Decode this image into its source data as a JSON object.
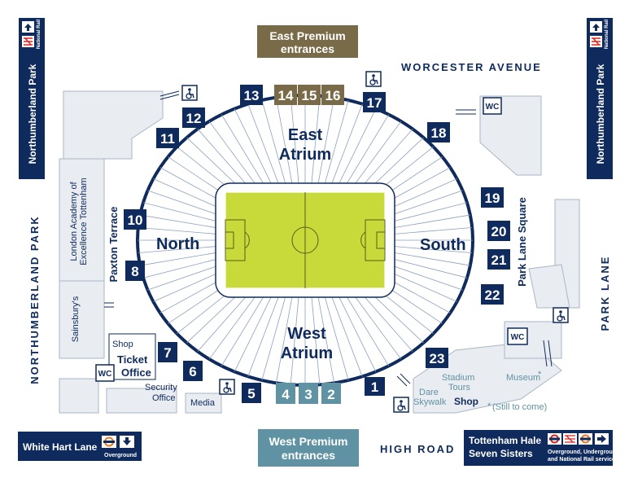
{
  "map": {
    "stands": {
      "north": "North",
      "south": "South",
      "east_line1": "East",
      "east_line2": "Atrium",
      "west_line1": "West",
      "west_line2": "Atrium"
    },
    "roads": {
      "worcester": "WORCESTER AVENUE",
      "high_road": "HIGH ROAD",
      "park_lane": "PARK LANE",
      "northumberland_park": "NORTHUMBERLAND PARK",
      "paxton_terrace": "Paxton Terrace",
      "park_lane_square": "Park Lane Square"
    },
    "premium": {
      "east_line1": "East Premium",
      "east_line2": "entrances",
      "west_line1": "West Premium",
      "west_line2": "entrances"
    },
    "gates": {
      "g1": "1",
      "g2": "2",
      "g3": "3",
      "g4": "4",
      "g5": "5",
      "g6": "6",
      "g7": "7",
      "g8": "8",
      "g10": "10",
      "g11": "11",
      "g12": "12",
      "g13": "13",
      "g14": "14",
      "g15": "15",
      "g16": "16",
      "g17": "17",
      "g18": "18",
      "g19": "19",
      "g20": "20",
      "g21": "21",
      "g22": "22",
      "g23": "23"
    },
    "buildings": {
      "academy_line1": "London Academy of",
      "academy_line2": "Excellence Tottenham",
      "sainsburys": "Sainsbury's",
      "shop": "Shop",
      "ticket_line1": "Ticket",
      "ticket_line2": "Office",
      "security_line1": "Security",
      "security_line2": "Office",
      "media": "Media",
      "wc": "WC",
      "stadium_tours_line1": "Stadium",
      "stadium_tours_line2": "Tours",
      "museum": "Museum",
      "dare_line1": "Dare",
      "dare_line2": "Skywalk",
      "shop_south": "Shop",
      "still_to_come": "(Still to come)"
    },
    "stations": {
      "northumberland_park": "Northumberland Park",
      "national_rail": "National Rail",
      "white_hart_lane": "White Hart Lane",
      "overground": "Overground",
      "tottenham_hale": "Tottenham Hale",
      "seven_sisters": "Seven Sisters",
      "services_line1": "Overground, Underground",
      "services_line2": "and National Rail services"
    }
  },
  "colors": {
    "navy": "#0f2a5c",
    "pitch": "#c8d93a",
    "premium_east": "#7a6b48",
    "premium_west": "#5f93a3",
    "building": "#e9edf2",
    "tfl_red": "#dc241f"
  },
  "icons": [
    "accessible-icon",
    "arrow-up-icon",
    "arrow-right-icon",
    "arrow-down-icon",
    "national-rail-icon",
    "roundel-icon"
  ]
}
